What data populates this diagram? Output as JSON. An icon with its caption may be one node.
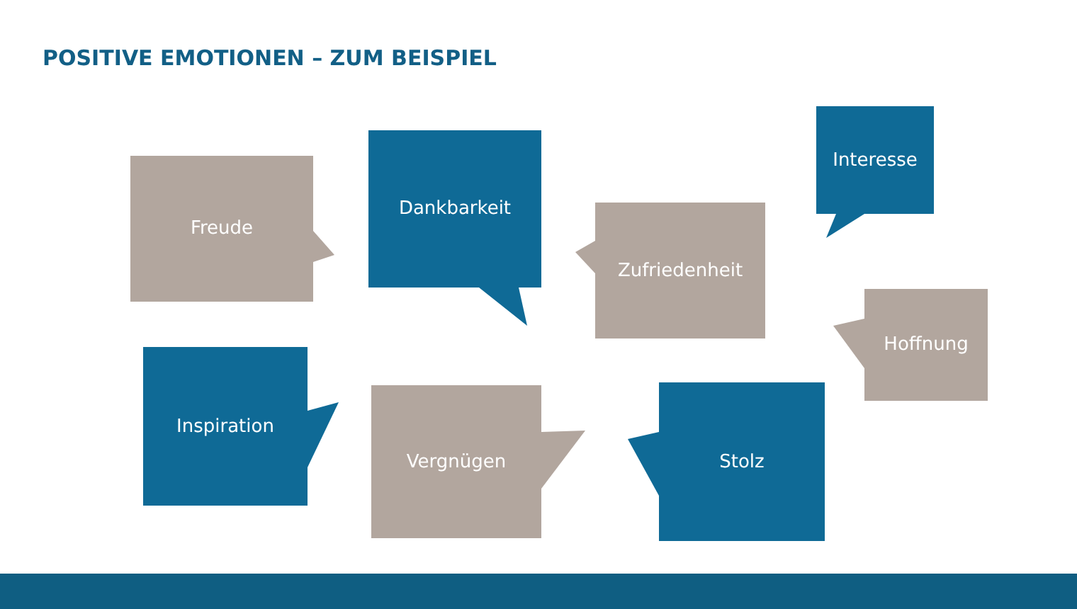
{
  "diagram": {
    "title": "POSITIVE EMOTIONEN – ZUM BEISPIEL",
    "nodes": [
      {
        "text": [
          "Freude"
        ]
      },
      {
        "text": [
          "Dankbarkeit"
        ]
      },
      {
        "text": [
          "Interesse"
        ]
      },
      {
        "text": [
          "Zufriedenheit"
        ]
      },
      {
        "text": [
          "Hoffnung"
        ]
      },
      {
        "text": [
          "Inspiration"
        ]
      },
      {
        "text": [
          "Vergnügen"
        ]
      },
      {
        "text": [
          "Stolz"
        ]
      }
    ]
  }
}
